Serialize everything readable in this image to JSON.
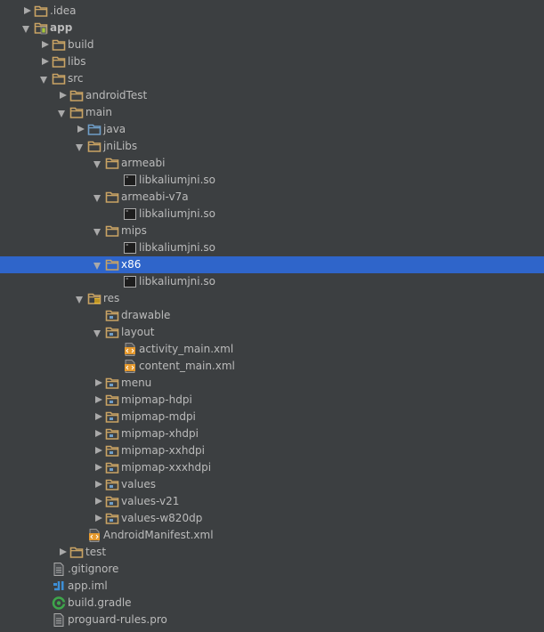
{
  "colors": {
    "background": "#3c3f41",
    "text": "#bbbbbb",
    "selection": "#2f65ca",
    "folder": "#c9a364"
  },
  "tree": [
    {
      "label": ".idea",
      "level": 0,
      "arrow": "collapsed",
      "icon": "folder-icon"
    },
    {
      "label": "app",
      "level": 0,
      "arrow": "expanded",
      "icon": "module-folder-icon",
      "bold": true
    },
    {
      "label": "build",
      "level": 1,
      "arrow": "collapsed",
      "icon": "folder-icon"
    },
    {
      "label": "libs",
      "level": 1,
      "arrow": "collapsed",
      "icon": "folder-icon"
    },
    {
      "label": "src",
      "level": 1,
      "arrow": "expanded",
      "icon": "folder-icon"
    },
    {
      "label": "androidTest",
      "level": 2,
      "arrow": "collapsed",
      "icon": "folder-icon"
    },
    {
      "label": "main",
      "level": 2,
      "arrow": "expanded",
      "icon": "folder-icon"
    },
    {
      "label": "java",
      "level": 3,
      "arrow": "collapsed",
      "icon": "source-folder-icon"
    },
    {
      "label": "jniLibs",
      "level": 3,
      "arrow": "expanded",
      "icon": "folder-icon"
    },
    {
      "label": "armeabi",
      "level": 4,
      "arrow": "expanded",
      "icon": "folder-icon"
    },
    {
      "label": "libkaliumjni.so",
      "level": 5,
      "icon": "binary-file-icon"
    },
    {
      "label": "armeabi-v7a",
      "level": 4,
      "arrow": "expanded",
      "icon": "folder-icon"
    },
    {
      "label": "libkaliumjni.so",
      "level": 5,
      "icon": "binary-file-icon"
    },
    {
      "label": "mips",
      "level": 4,
      "arrow": "expanded",
      "icon": "folder-icon"
    },
    {
      "label": "libkaliumjni.so",
      "level": 5,
      "icon": "binary-file-icon"
    },
    {
      "label": "x86",
      "level": 4,
      "arrow": "expanded",
      "icon": "folder-icon",
      "selected": true
    },
    {
      "label": "libkaliumjni.so",
      "level": 5,
      "icon": "binary-file-icon"
    },
    {
      "label": "res",
      "level": 3,
      "arrow": "expanded",
      "icon": "resource-root-folder-icon"
    },
    {
      "label": "drawable",
      "level": 4,
      "icon": "resource-folder-icon"
    },
    {
      "label": "layout",
      "level": 4,
      "arrow": "expanded",
      "icon": "resource-folder-icon"
    },
    {
      "label": "activity_main.xml",
      "level": 5,
      "icon": "xml-file-icon"
    },
    {
      "label": "content_main.xml",
      "level": 5,
      "icon": "xml-file-icon"
    },
    {
      "label": "menu",
      "level": 4,
      "arrow": "collapsed",
      "icon": "resource-folder-icon"
    },
    {
      "label": "mipmap-hdpi",
      "level": 4,
      "arrow": "collapsed",
      "icon": "resource-folder-icon"
    },
    {
      "label": "mipmap-mdpi",
      "level": 4,
      "arrow": "collapsed",
      "icon": "resource-folder-icon"
    },
    {
      "label": "mipmap-xhdpi",
      "level": 4,
      "arrow": "collapsed",
      "icon": "resource-folder-icon"
    },
    {
      "label": "mipmap-xxhdpi",
      "level": 4,
      "arrow": "collapsed",
      "icon": "resource-folder-icon"
    },
    {
      "label": "mipmap-xxxhdpi",
      "level": 4,
      "arrow": "collapsed",
      "icon": "resource-folder-icon"
    },
    {
      "label": "values",
      "level": 4,
      "arrow": "collapsed",
      "icon": "resource-folder-icon"
    },
    {
      "label": "values-v21",
      "level": 4,
      "arrow": "collapsed",
      "icon": "resource-folder-icon"
    },
    {
      "label": "values-w820dp",
      "level": 4,
      "arrow": "collapsed",
      "icon": "resource-folder-icon"
    },
    {
      "label": "AndroidManifest.xml",
      "level": 3,
      "icon": "xml-file-icon"
    },
    {
      "label": "test",
      "level": 2,
      "arrow": "collapsed",
      "icon": "folder-icon"
    },
    {
      "label": ".gitignore",
      "level": 1,
      "icon": "text-file-icon"
    },
    {
      "label": "app.iml",
      "level": 1,
      "icon": "iml-file-icon"
    },
    {
      "label": "build.gradle",
      "level": 1,
      "icon": "gradle-file-icon"
    },
    {
      "label": "proguard-rules.pro",
      "level": 1,
      "icon": "text-file-icon"
    }
  ]
}
